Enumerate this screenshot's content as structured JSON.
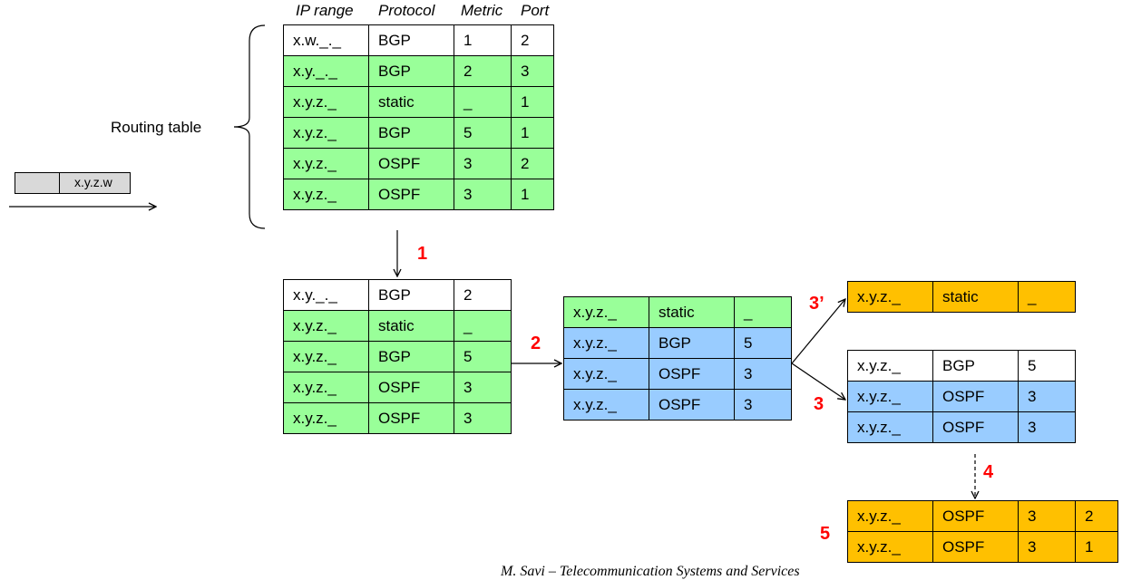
{
  "headers": [
    "IP range",
    "Protocol",
    "Metric",
    "Port"
  ],
  "routing_table_label": "Routing table",
  "packet": {
    "address": "x.y.z.w"
  },
  "steps": [
    "1",
    "2",
    "3’",
    "3",
    "4",
    "5"
  ],
  "footer": "M. Savi – Telecommunication Systems and Services",
  "colors": {
    "green": "#99ff99",
    "blue": "#99ccff",
    "orange": "#ffc000",
    "step": "#ff0000"
  },
  "tables": {
    "routing": [
      [
        "x.w._._",
        "BGP",
        "1",
        "2"
      ],
      [
        "x.y._._",
        "BGP",
        "2",
        "3"
      ],
      [
        "x.y.z._",
        "static",
        "_",
        "1"
      ],
      [
        "x.y.z._",
        "BGP",
        "5",
        "1"
      ],
      [
        "x.y.z._",
        "OSPF",
        "3",
        "2"
      ],
      [
        "x.y.z._",
        "OSPF",
        "3",
        "1"
      ]
    ],
    "step1": [
      [
        "x.y._._",
        "BGP",
        "2"
      ],
      [
        "x.y.z._",
        "static",
        "_"
      ],
      [
        "x.y.z._",
        "BGP",
        "5"
      ],
      [
        "x.y.z._",
        "OSPF",
        "3"
      ],
      [
        "x.y.z._",
        "OSPF",
        "3"
      ]
    ],
    "step2": [
      [
        "x.y.z._",
        "static",
        "_"
      ],
      [
        "x.y.z._",
        "BGP",
        "5"
      ],
      [
        "x.y.z._",
        "OSPF",
        "3"
      ],
      [
        "x.y.z._",
        "OSPF",
        "3"
      ]
    ],
    "step3prime": [
      [
        "x.y.z._",
        "static",
        "_"
      ]
    ],
    "step3": [
      [
        "x.y.z._",
        "BGP",
        "5"
      ],
      [
        "x.y.z._",
        "OSPF",
        "3"
      ],
      [
        "x.y.z._",
        "OSPF",
        "3"
      ]
    ],
    "step5": [
      [
        "x.y.z._",
        "OSPF",
        "3",
        "2"
      ],
      [
        "x.y.z._",
        "OSPF",
        "3",
        "1"
      ]
    ]
  }
}
